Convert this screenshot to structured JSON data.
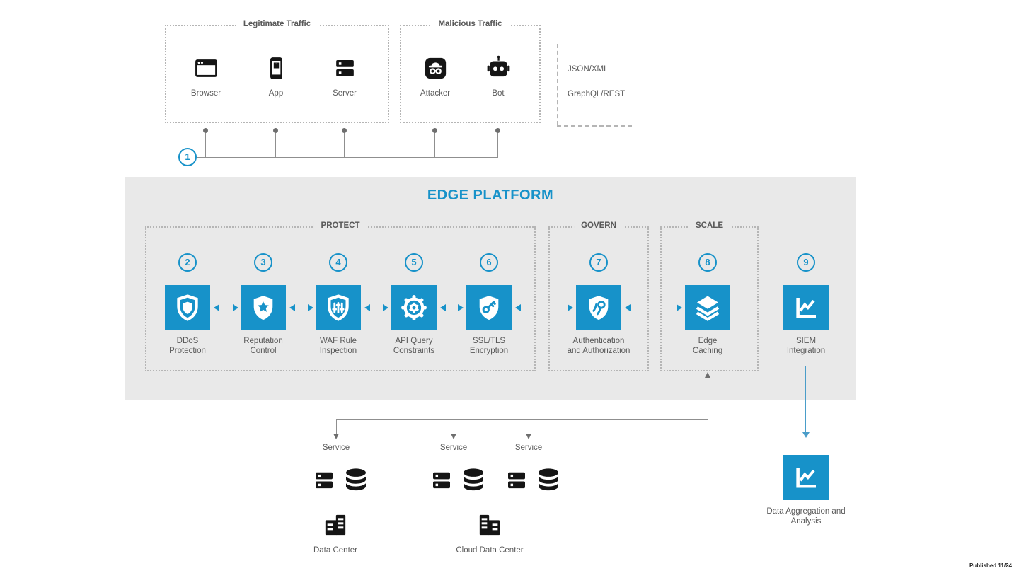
{
  "colors": {
    "accent_blue": "#1792c9",
    "platform_bg": "#e9e9e9",
    "flow_blue": "#4a9dc9",
    "line_gray": "#8f8f8f",
    "label_gray": "#595959",
    "icon_black": "#151515",
    "dotted_border": "#b5b5b5"
  },
  "traffic": {
    "legitimate": {
      "title": "Legitimate Traffic",
      "sources": [
        {
          "label": "Browser",
          "icon": "browser-icon"
        },
        {
          "label": "App",
          "icon": "mobile-app-icon"
        },
        {
          "label": "Server",
          "icon": "server-icon"
        }
      ]
    },
    "malicious": {
      "title": "Malicious Traffic",
      "sources": [
        {
          "label": "Attacker",
          "icon": "attacker-incognito-icon"
        },
        {
          "label": "Bot",
          "icon": "bot-icon"
        }
      ]
    },
    "protocols": {
      "line1": "JSON/XML",
      "line2": "GraphQL/REST"
    }
  },
  "flow": {
    "step1": "1"
  },
  "platform": {
    "title": "EDGE PLATFORM",
    "sections": [
      {
        "label": "PROTECT"
      },
      {
        "label": "GOVERN"
      },
      {
        "label": "SCALE"
      }
    ],
    "stations": [
      {
        "num": "2",
        "line1": "DDoS",
        "line2": "Protection",
        "icon": "shield-ddos-icon"
      },
      {
        "num": "3",
        "line1": "Reputation",
        "line2": "Control",
        "icon": "shield-star-icon"
      },
      {
        "num": "4",
        "line1": "WAF Rule",
        "line2": "Inspection",
        "icon": "shield-sliders-icon"
      },
      {
        "num": "5",
        "line1": "API Query",
        "line2": "Constraints",
        "icon": "gear-icon"
      },
      {
        "num": "6",
        "line1": "SSL/TLS",
        "line2": "Encryption",
        "icon": "shield-key-icon"
      },
      {
        "num": "7",
        "line1": "Authentication",
        "line2": "and Authorization",
        "icon": "shield-person-icon"
      },
      {
        "num": "8",
        "line1": "Edge",
        "line2": "Caching",
        "icon": "layers-icon"
      },
      {
        "num": "9",
        "line1": "SIEM",
        "line2": "Integration",
        "icon": "chart-line-icon"
      }
    ]
  },
  "backend": {
    "services": [
      {
        "label": "Service"
      },
      {
        "label": "Service"
      },
      {
        "label": "Service"
      }
    ],
    "data_centers": [
      {
        "label": "Data Center",
        "icon": "building-icon"
      },
      {
        "label": "Cloud Data Center",
        "icon": "building-icon"
      }
    ],
    "aggregation": {
      "line1": "Data Aggregation and",
      "line2": "Analysis",
      "icon": "chart-line-icon"
    }
  },
  "footer": {
    "published": "Published 11/24"
  }
}
